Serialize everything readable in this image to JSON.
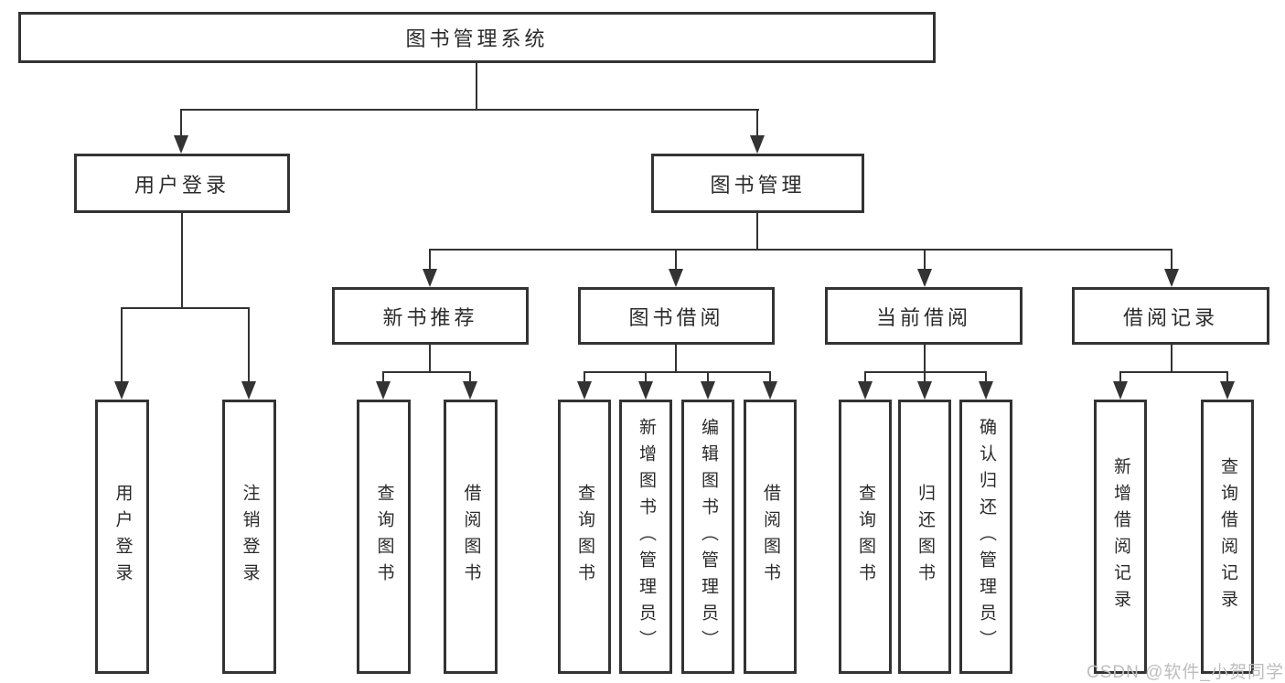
{
  "diagram_title": "图书管理系统",
  "tree": {
    "label": "图书管理系统",
    "children": [
      {
        "label": "用户登录",
        "children": [
          {
            "label": "用户登录"
          },
          {
            "label": "注销登录"
          }
        ]
      },
      {
        "label": "图书管理",
        "children": [
          {
            "label": "新书推荐",
            "children": [
              {
                "label": "查询图书"
              },
              {
                "label": "借阅图书"
              }
            ]
          },
          {
            "label": "图书借阅",
            "children": [
              {
                "label": "查询图书"
              },
              {
                "label": "新增图书（管理员）"
              },
              {
                "label": "编辑图书（管理员）"
              },
              {
                "label": "借阅图书"
              }
            ]
          },
          {
            "label": "当前借阅",
            "children": [
              {
                "label": "查询图书"
              },
              {
                "label": "归还图书"
              },
              {
                "label": "确认归还（管理员）"
              }
            ]
          },
          {
            "label": "借阅记录",
            "children": [
              {
                "label": "新增借阅记录"
              },
              {
                "label": "查询借阅记录"
              }
            ]
          }
        ]
      }
    ]
  },
  "watermark": {
    "text": "CSDN @软件_小贺同学"
  },
  "colors": {
    "line": "#333333",
    "text": "#2b2b2b",
    "watermark": "#bdbdbd",
    "background": "#ffffff"
  }
}
